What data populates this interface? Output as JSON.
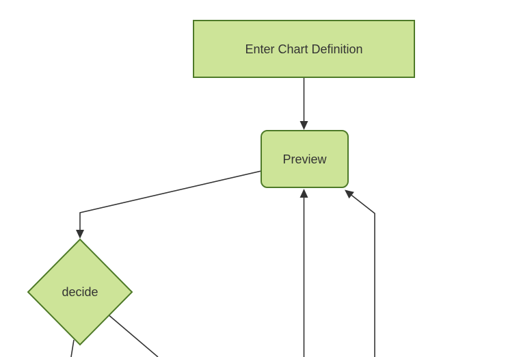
{
  "diagram": {
    "type": "flowchart",
    "orientation": "top-down",
    "colors": {
      "background": "#ffffff",
      "node_fill": "#cde498",
      "node_border": "#4e7a28",
      "edge_line": "#333333",
      "arrowhead": "#333333",
      "label_text": "#333333"
    },
    "nodes": [
      {
        "id": "enter-chart-definition",
        "label": "Enter Chart Definition",
        "shape": "rectangle"
      },
      {
        "id": "preview",
        "label": "Preview",
        "shape": "rounded-rectangle"
      },
      {
        "id": "decide",
        "label": "decide",
        "shape": "diamond"
      }
    ],
    "edges": [
      {
        "from": "enter-chart-definition",
        "to": "preview",
        "arrowhead": "down"
      },
      {
        "from": "preview",
        "to": "decide",
        "arrowhead": "down"
      },
      {
        "from": "offscreen-bottom-center",
        "to": "preview",
        "arrowhead": "up"
      },
      {
        "from": "offscreen-bottom-right",
        "to": "preview",
        "arrowhead": "up-left"
      },
      {
        "from": "decide",
        "to": "offscreen-bottom-left",
        "arrowhead": "none-visible"
      },
      {
        "from": "decide",
        "to": "offscreen-bottom-right",
        "arrowhead": "none-visible"
      }
    ]
  }
}
